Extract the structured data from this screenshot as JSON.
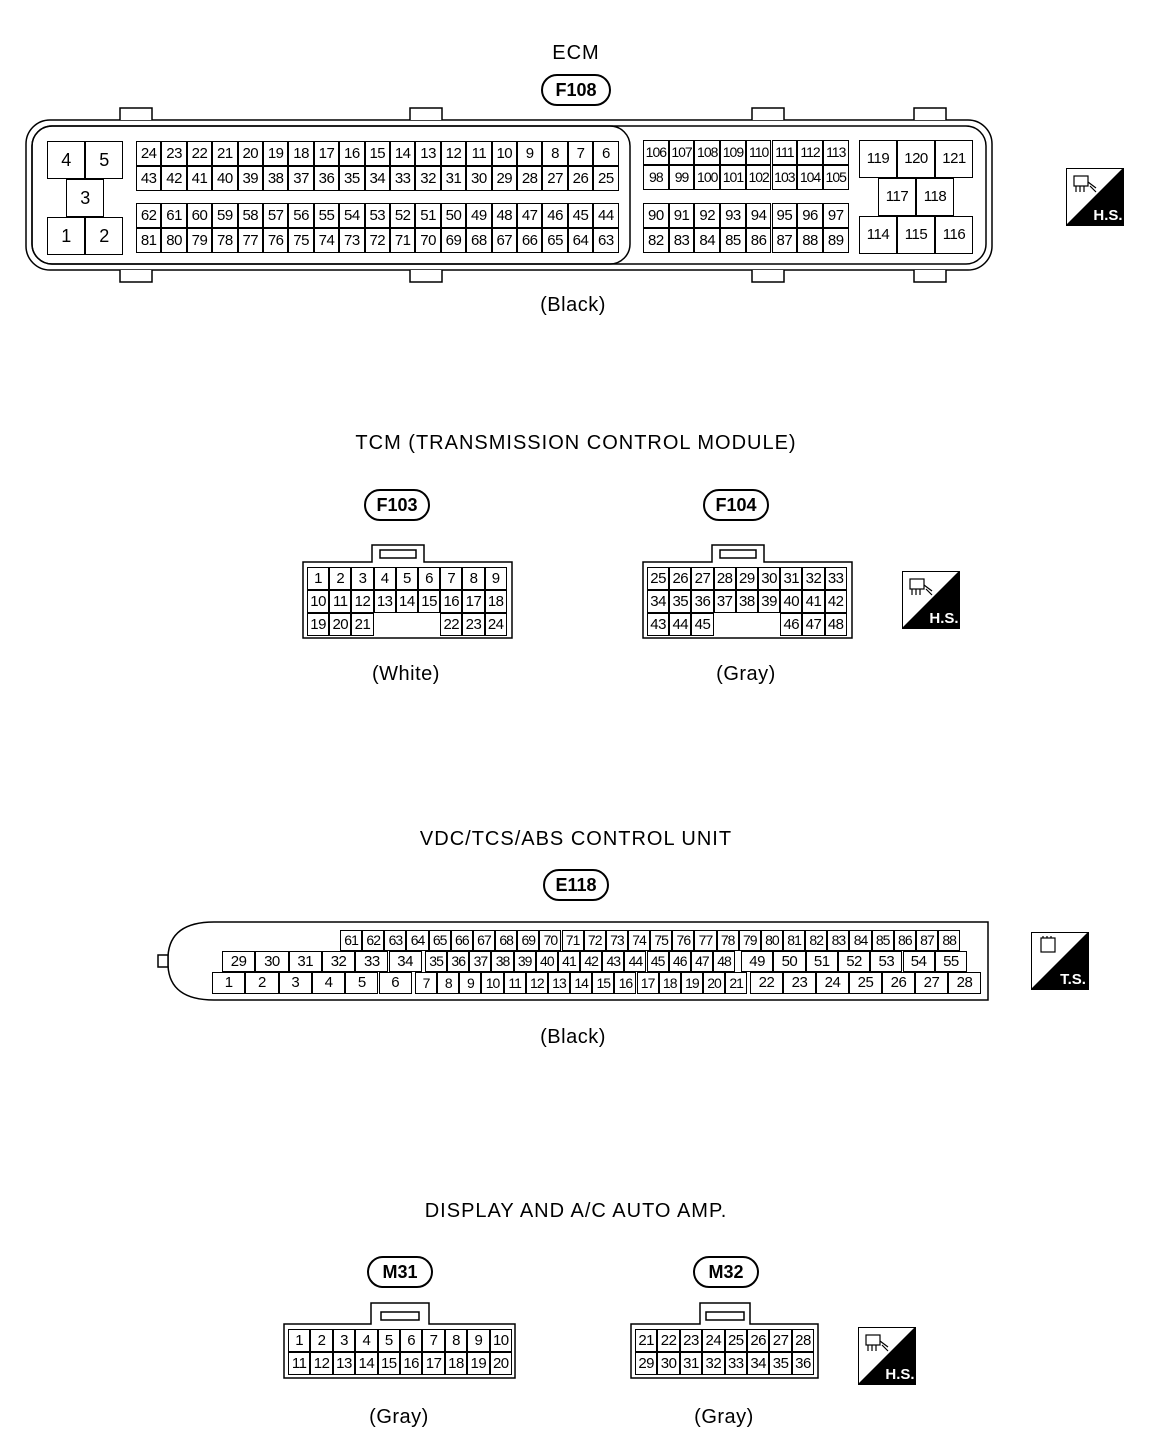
{
  "ecm": {
    "title": "ECM",
    "connector": "F108",
    "color": "(Black)",
    "left_pins": {
      "r1": [
        "4",
        "5"
      ],
      "mid": "3",
      "r2": [
        "1",
        "2"
      ]
    },
    "block_a": {
      "row1": [
        "24",
        "23",
        "22",
        "21",
        "20",
        "19",
        "18",
        "17",
        "16",
        "15",
        "14",
        "13",
        "12",
        "11",
        "10",
        "9",
        "8",
        "7",
        "6"
      ],
      "row2": [
        "43",
        "42",
        "41",
        "40",
        "39",
        "38",
        "37",
        "36",
        "35",
        "34",
        "33",
        "32",
        "31",
        "30",
        "29",
        "28",
        "27",
        "26",
        "25"
      ],
      "row3": [
        "62",
        "61",
        "60",
        "59",
        "58",
        "57",
        "56",
        "55",
        "54",
        "53",
        "52",
        "51",
        "50",
        "49",
        "48",
        "47",
        "46",
        "45",
        "44"
      ],
      "row4": [
        "81",
        "80",
        "79",
        "78",
        "77",
        "76",
        "75",
        "74",
        "73",
        "72",
        "71",
        "70",
        "69",
        "68",
        "67",
        "66",
        "65",
        "64",
        "63"
      ]
    },
    "block_b": {
      "row1": [
        "106",
        "107",
        "108",
        "109",
        "110",
        "111",
        "112",
        "113"
      ],
      "row2": [
        "98",
        "99",
        "100",
        "101",
        "102",
        "103",
        "104",
        "105"
      ],
      "row3": [
        "90",
        "91",
        "92",
        "93",
        "94",
        "95",
        "96",
        "97"
      ],
      "row4": [
        "82",
        "83",
        "84",
        "85",
        "86",
        "87",
        "88",
        "89"
      ]
    },
    "block_c": {
      "r1": [
        "119",
        "120",
        "121"
      ],
      "r2": [
        "117",
        "118"
      ],
      "r3": [
        "114",
        "115",
        "116"
      ]
    },
    "symbol": "H.S."
  },
  "tcm": {
    "title": "TCM (TRANSMISSION CONTROL MODULE)",
    "f103": {
      "connector": "F103",
      "color": "(White)",
      "row1": [
        "1",
        "2",
        "3",
        "4",
        "5",
        "6",
        "7",
        "8",
        "9"
      ],
      "row2": [
        "10",
        "11",
        "12",
        "13",
        "14",
        "15",
        "16",
        "17",
        "18"
      ],
      "row3_left": [
        "19",
        "20",
        "21"
      ],
      "row3_right": [
        "22",
        "23",
        "24"
      ]
    },
    "f104": {
      "connector": "F104",
      "color": "(Gray)",
      "row1": [
        "25",
        "26",
        "27",
        "28",
        "29",
        "30",
        "31",
        "32",
        "33"
      ],
      "row2": [
        "34",
        "35",
        "36",
        "37",
        "38",
        "39",
        "40",
        "41",
        "42"
      ],
      "row3_left": [
        "43",
        "44",
        "45"
      ],
      "row3_right": [
        "46",
        "47",
        "48"
      ]
    },
    "symbol": "H.S."
  },
  "vdc": {
    "title": "VDC/TCS/ABS CONTROL UNIT",
    "connector": "E118",
    "color": "(Black)",
    "row1": [
      "61",
      "62",
      "63",
      "64",
      "65",
      "66",
      "67",
      "68",
      "69",
      "70",
      "71",
      "72",
      "73",
      "74",
      "75",
      "76",
      "77",
      "78",
      "79",
      "80",
      "81",
      "82",
      "83",
      "84",
      "85",
      "86",
      "87",
      "88"
    ],
    "row2_left": [
      "29",
      "30",
      "31",
      "32",
      "33",
      "34"
    ],
    "row2_mid": [
      "35",
      "36",
      "37",
      "38",
      "39",
      "40",
      "41",
      "42",
      "43",
      "44",
      "45",
      "46",
      "47",
      "48"
    ],
    "row2_right": [
      "49",
      "50",
      "51",
      "52",
      "53",
      "54",
      "55"
    ],
    "row3_left": [
      "1",
      "2",
      "3",
      "4",
      "5",
      "6"
    ],
    "row3_mid": [
      "7",
      "8",
      "9",
      "10",
      "11",
      "12",
      "13",
      "14",
      "15",
      "16",
      "17",
      "18",
      "19",
      "20",
      "21"
    ],
    "row3_right": [
      "22",
      "23",
      "24",
      "25",
      "26",
      "27",
      "28"
    ],
    "symbol": "T.S."
  },
  "display": {
    "title": "DISPLAY AND A/C AUTO AMP.",
    "m31": {
      "connector": "M31",
      "color": "(Gray)",
      "row1": [
        "1",
        "2",
        "3",
        "4",
        "5",
        "6",
        "7",
        "8",
        "9",
        "10"
      ],
      "row2": [
        "11",
        "12",
        "13",
        "14",
        "15",
        "16",
        "17",
        "18",
        "19",
        "20"
      ]
    },
    "m32": {
      "connector": "M32",
      "color": "(Gray)",
      "row1": [
        "21",
        "22",
        "23",
        "24",
        "25",
        "26",
        "27",
        "28"
      ],
      "row2": [
        "29",
        "30",
        "31",
        "32",
        "33",
        "34",
        "35",
        "36"
      ]
    },
    "symbol": "H.S."
  }
}
